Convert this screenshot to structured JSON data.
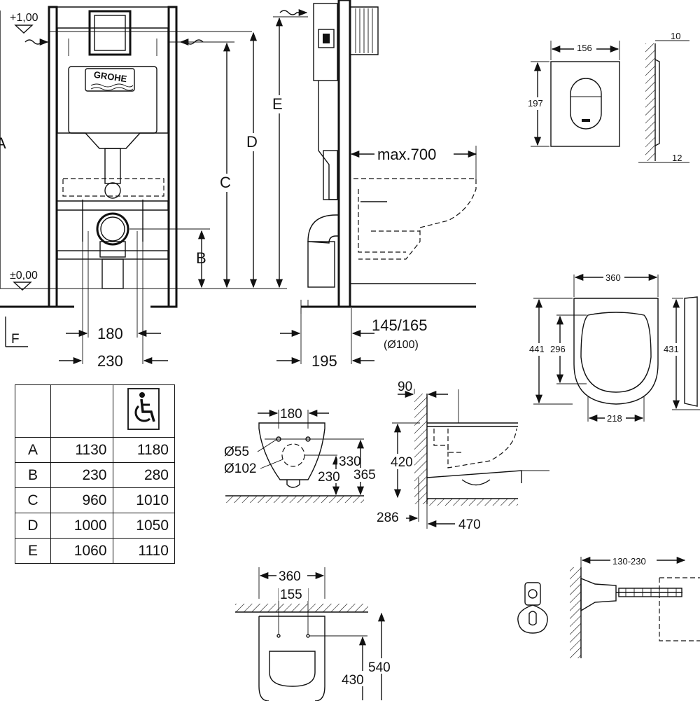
{
  "brand": "GROHE",
  "frame_front": {
    "level_top": "+1,00",
    "level_floor": "±0,00",
    "label_a": "A",
    "label_f": "F",
    "label_b": "B",
    "label_c": "C",
    "label_d": "D",
    "label_e": "E",
    "dim_180": "180",
    "dim_230": "230"
  },
  "frame_side": {
    "max_depth": "max.700",
    "pipe_offset": "145/165",
    "pipe_dia": "(Ø100)",
    "dim_195": "195"
  },
  "plate": {
    "width": "156",
    "height": "197",
    "depth_top": "10",
    "depth_bottom": "12"
  },
  "seat": {
    "width": "360",
    "length": "441",
    "inner_length": "296",
    "inner_width": "218",
    "side_length": "431"
  },
  "bowl_front": {
    "dim_180": "180",
    "dia_55": "Ø55",
    "dia_102": "Ø102",
    "dim_330": "330",
    "dim_230": "230",
    "dim_365": "365"
  },
  "bowl_side": {
    "dim_90": "90",
    "dim_420": "420",
    "dim_286": "286",
    "dim_470": "470"
  },
  "bowl_top": {
    "dim_360": "360",
    "dim_155": "155",
    "dim_430": "430",
    "dim_540": "540"
  },
  "wall_fixing": {
    "range": "130-230"
  },
  "table": {
    "header_icon": "wheelchair-icon",
    "rows": [
      {
        "key": "A",
        "standard": "1130",
        "accessible": "1180"
      },
      {
        "key": "B",
        "standard": "230",
        "accessible": "280"
      },
      {
        "key": "C",
        "standard": "960",
        "accessible": "1010"
      },
      {
        "key": "D",
        "standard": "1000",
        "accessible": "1050"
      },
      {
        "key": "E",
        "standard": "1060",
        "accessible": "1110"
      }
    ]
  }
}
